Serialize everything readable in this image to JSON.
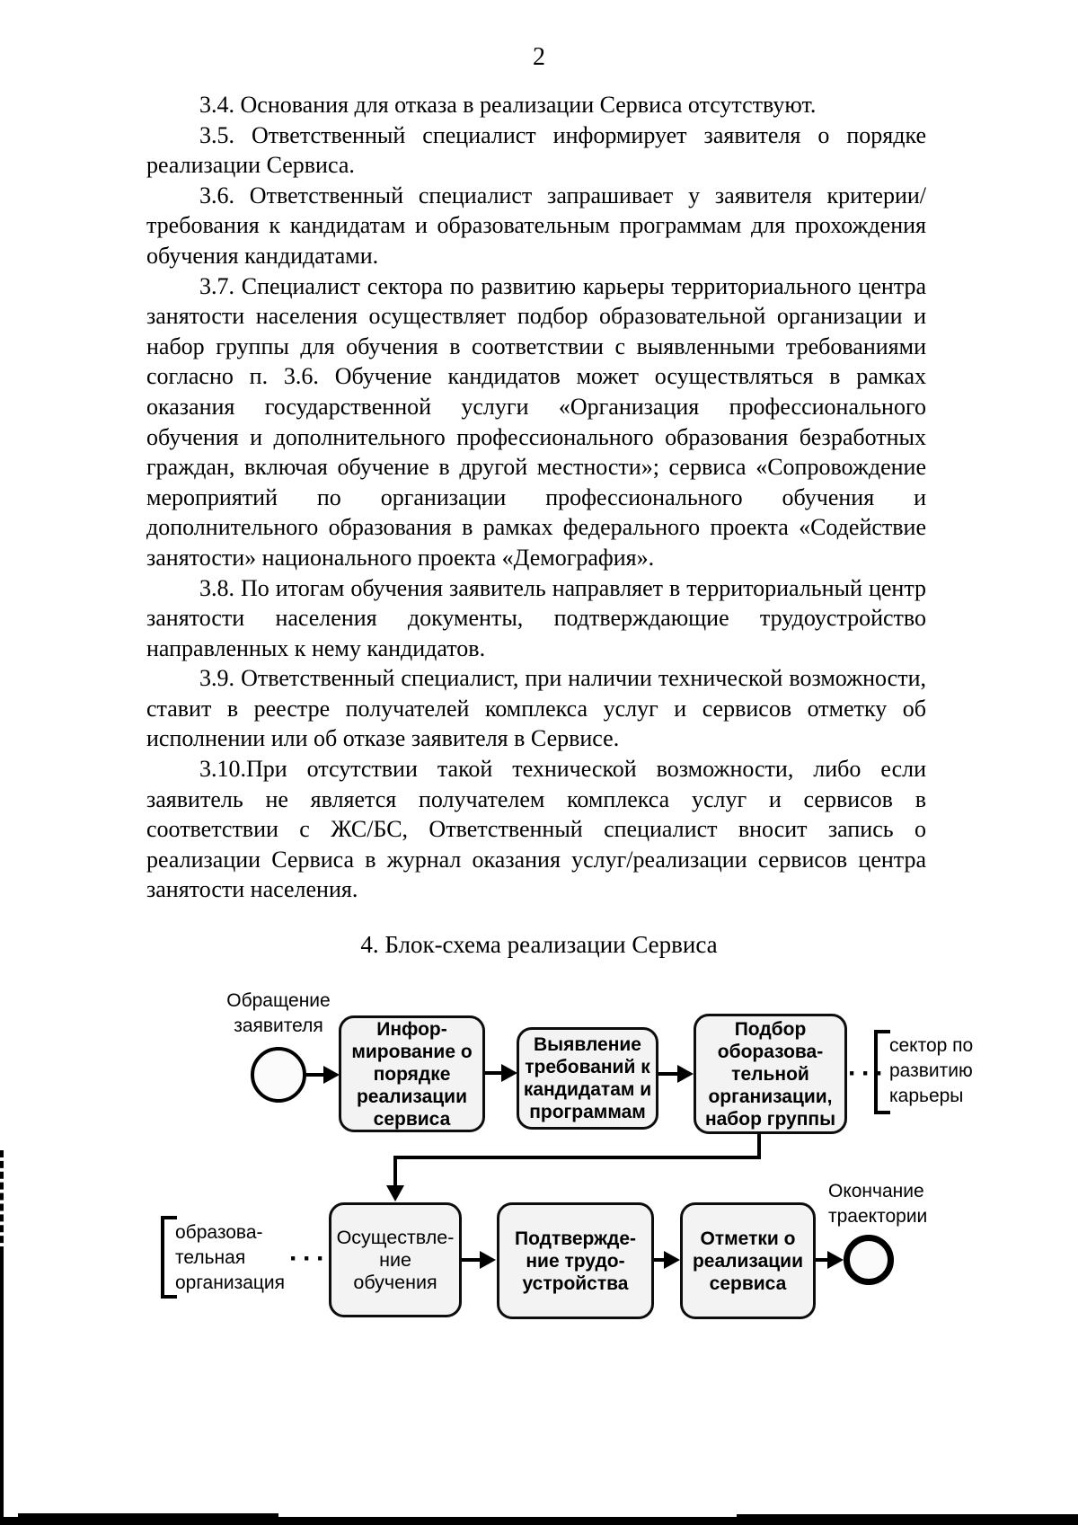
{
  "page": {
    "number": "2",
    "section_heading": "4. Блок-схема реализации Сервиса"
  },
  "paragraphs": [
    {
      "text": "3.4. Основания для отказа в реализации Сервиса отсутствуют."
    },
    {
      "text": "3.5. Ответственный специалист информирует заявителя о порядке реализации Сервиса."
    },
    {
      "text": "3.6. Ответственный специалист запрашивает у заявителя критерии/требования к кандидатам и образовательным программам для прохождения обучения кандидатами."
    },
    {
      "text": "3.7. Специалист сектора по развитию карьеры территориального центра занятости населения осуществляет подбор образовательной организации и набор группы для обучения в соответствии с выявленными требованиями согласно п. 3.6. Обучение кандидатов может осуществляться в рамках оказания государственной услуги «Организация профессионального обучения и дополнительного профессионального образования безработных граждан, включая обучение в другой местности»; сервиса «Сопровождение мероприятий по организации профессионального обучения и дополнительного образования в рамках федерального проекта «Содействие занятости» национального проекта «Демография»."
    },
    {
      "text": "3.8. По итогам обучения заявитель направляет в территориальный центр занятости населения документы, подтверждающие трудоустройство направленных к нему кандидатов."
    },
    {
      "text": "3.9. Ответственный специалист, при наличии технической возможности, ставит в реестре получателей комплекса услуг и сервисов отметку об исполнении или об отказе заявителя в Сервисе."
    },
    {
      "text": "3.10.При отсутствии такой технической возможности, либо если заявитель не является получателем комплекса услуг и сервисов в соответствии с ЖС/БС, Ответственный специалист вносит запись о реализации Сервиса в журнал оказания услуг/реализации сервисов центра занятости населения."
    }
  ],
  "flowchart": {
    "start_label": "Обращение\nзаявителя",
    "end_label": "Окончание\nтраектории",
    "dots": "···",
    "boxes": {
      "informing": "Инфор-\nмирование о\nпорядке\nреализации\nсервиса",
      "requirements": "Выявление\nтребований к\nкандидатам и\nпрограммам",
      "selection": "Подбор\nоборазова-\nтельной\nорганизации,\nнабор группы",
      "training": "Осуществле-\nние обучения",
      "confirmation": "Подтвержде-\nние трудо-\nустройства",
      "marks": "Отметки о\nреализации\nсервиса"
    },
    "side_labels": {
      "career_sector": "сектор по\nразвитию\nкарьеры",
      "edu_org": "образова-\nтельная\nорганизация"
    }
  }
}
